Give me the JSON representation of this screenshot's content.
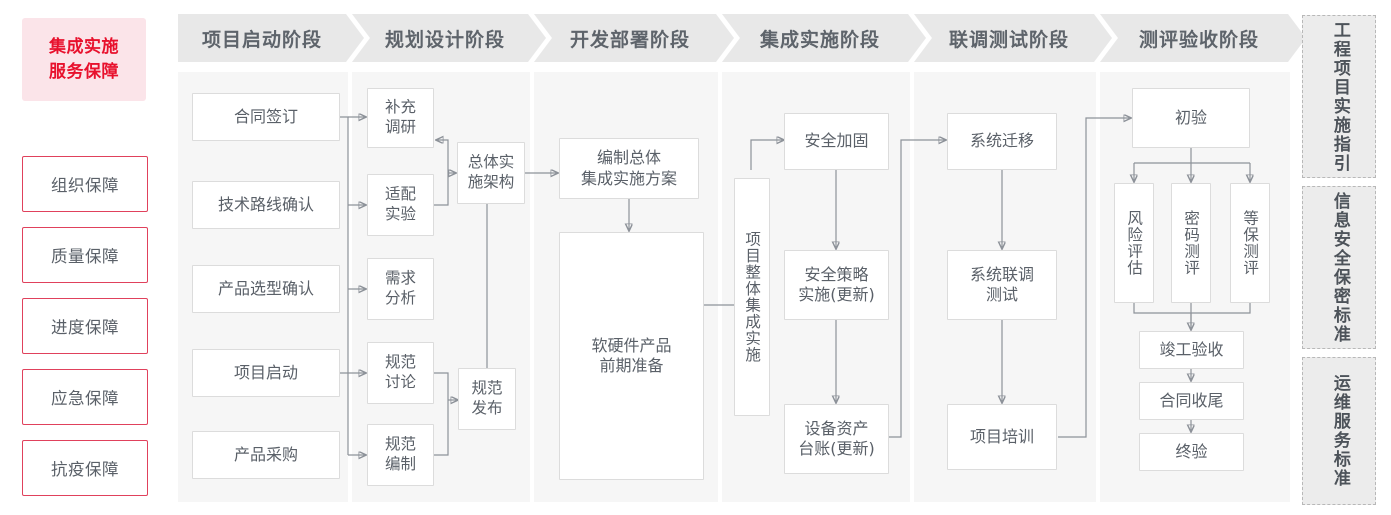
{
  "sidebar": {
    "title": "集成实施\n服务保障",
    "title_line1": "集成实施",
    "title_line2": "服务保障",
    "items": [
      {
        "label": "组织保障"
      },
      {
        "label": "质量保障"
      },
      {
        "label": "进度保障"
      },
      {
        "label": "应急保障"
      },
      {
        "label": "抗疫保障"
      }
    ],
    "accent_color": "#e8112d",
    "accent_bg": "#fbe4e9"
  },
  "phases": [
    {
      "label": "项目启动阶段"
    },
    {
      "label": "规划设计阶段"
    },
    {
      "label": "开发部署阶段"
    },
    {
      "label": "集成实施阶段"
    },
    {
      "label": "联调测试阶段"
    },
    {
      "label": "测评验收阶段"
    }
  ],
  "nodes": {
    "p1": [
      {
        "label": "合同签订"
      },
      {
        "label": "技术路线确认"
      },
      {
        "label": "产品选型确认"
      },
      {
        "label": "项目启动"
      },
      {
        "label": "产品采购"
      }
    ],
    "p2": [
      {
        "label": "补充\n调研",
        "l1": "补充",
        "l2": "调研"
      },
      {
        "label": "适配\n实验",
        "l1": "适配",
        "l2": "实验"
      },
      {
        "label": "需求\n分析",
        "l1": "需求",
        "l2": "分析"
      },
      {
        "label": "规范\n讨论",
        "l1": "规范",
        "l2": "讨论"
      },
      {
        "label": "规范\n编制",
        "l1": "规范",
        "l2": "编制"
      },
      {
        "label": "总体实\n施架构",
        "l1": "总体实",
        "l2": "施架构"
      },
      {
        "label": "规范\n发布",
        "l1": "规范",
        "l2": "发布"
      }
    ],
    "p3": [
      {
        "label": "编制总体\n集成实施方案",
        "l1": "编制总体",
        "l2": "集成实施方案"
      },
      {
        "label": "软硬件产品\n前期准备",
        "l1": "软硬件产品",
        "l2": "前期准备"
      }
    ],
    "p4": [
      {
        "label": "项目整体集成实施"
      },
      {
        "label": "安全加固"
      },
      {
        "label": "安全策略\n实施(更新)",
        "l1": "安全策略",
        "l2": "实施(更新)"
      },
      {
        "label": "设备资产\n台账(更新)",
        "l1": "设备资产",
        "l2": "台账(更新)"
      }
    ],
    "p5": [
      {
        "label": "系统迁移"
      },
      {
        "label": "系统联调\n测试",
        "l1": "系统联调",
        "l2": "测试"
      },
      {
        "label": "项目培训"
      }
    ],
    "p6": [
      {
        "label": "初验"
      },
      {
        "label": "风险评估"
      },
      {
        "label": "密码测评"
      },
      {
        "label": "等保测评"
      },
      {
        "label": "竣工验收"
      },
      {
        "label": "合同收尾"
      },
      {
        "label": "终验"
      }
    ]
  },
  "standards": [
    {
      "label": "工程项目实施指引"
    },
    {
      "label": "信息安全保密标准"
    },
    {
      "label": "运维服务标准"
    }
  ],
  "colors": {
    "band_bg": "#f6f6f6",
    "header_bg": "#e8e8e8",
    "header_text": "#5e646b",
    "node_border": "#dcdcdc",
    "node_text": "#5a6068",
    "wire": "#8d9299",
    "std_bg": "#ececec",
    "std_border": "#b8b8b8"
  }
}
